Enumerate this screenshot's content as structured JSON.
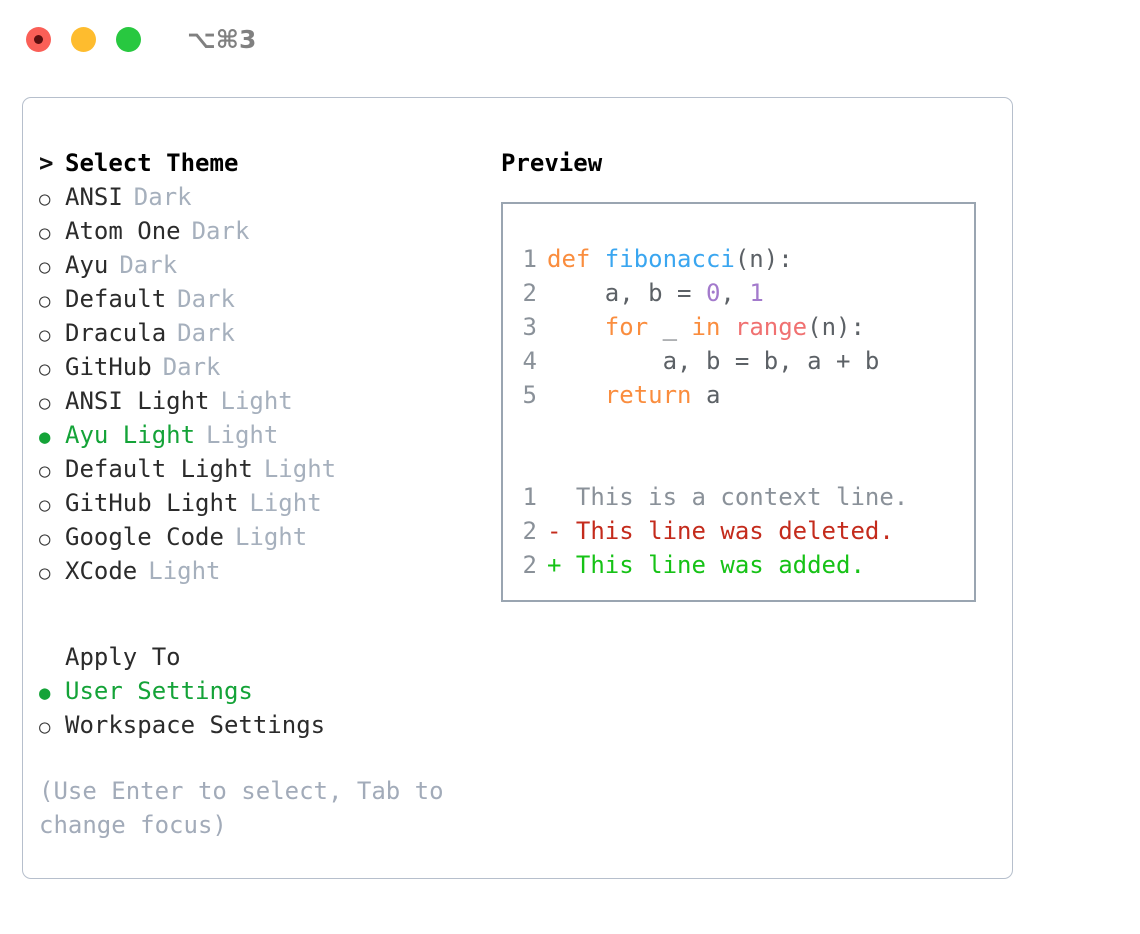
{
  "window": {
    "traffic_lights": [
      "close-red",
      "minimize-yellow",
      "maximize-green"
    ],
    "shortcut_label": "⌥⌘3"
  },
  "theme_selector": {
    "header_marker": ">",
    "header_label": "Select Theme",
    "marker_on": "●",
    "marker_off": "○",
    "selected_theme": "Ayu Light",
    "items": [
      {
        "marker": "○",
        "name": "ANSI",
        "variant": "Dark",
        "selected": false
      },
      {
        "marker": "○",
        "name": "Atom One",
        "variant": "Dark",
        "selected": false
      },
      {
        "marker": "○",
        "name": "Ayu",
        "variant": "Dark",
        "selected": false
      },
      {
        "marker": "○",
        "name": "Default",
        "variant": "Dark",
        "selected": false
      },
      {
        "marker": "○",
        "name": "Dracula",
        "variant": "Dark",
        "selected": false
      },
      {
        "marker": "○",
        "name": "GitHub",
        "variant": "Dark",
        "selected": false
      },
      {
        "marker": "○",
        "name": "ANSI Light",
        "variant": "Light",
        "selected": false
      },
      {
        "marker": "●",
        "name": "Ayu Light",
        "variant": "Light",
        "selected": true
      },
      {
        "marker": "○",
        "name": "Default Light",
        "variant": "Light",
        "selected": false
      },
      {
        "marker": "○",
        "name": "GitHub Light",
        "variant": "Light",
        "selected": false
      },
      {
        "marker": "○",
        "name": "Google Code",
        "variant": "Light",
        "selected": false
      },
      {
        "marker": "○",
        "name": "XCode",
        "variant": "Light",
        "selected": false
      }
    ]
  },
  "apply_to": {
    "header_label": "Apply To",
    "selected_option": "User Settings",
    "options": [
      {
        "marker": "●",
        "name": "User Settings",
        "selected": true
      },
      {
        "marker": "○",
        "name": "Workspace Settings",
        "selected": false
      }
    ]
  },
  "hint": {
    "text": "(Use Enter to select, Tab to change focus)"
  },
  "preview": {
    "title": "Preview",
    "code_lines": [
      {
        "number": "1",
        "tokens": [
          {
            "text": "def ",
            "type": "keyword"
          },
          {
            "text": "fibonacci",
            "type": "function"
          },
          {
            "text": "(n):",
            "type": "plain"
          }
        ]
      },
      {
        "number": "2",
        "tokens": [
          {
            "text": "    a, b = ",
            "type": "plain"
          },
          {
            "text": "0",
            "type": "number"
          },
          {
            "text": ", ",
            "type": "plain"
          },
          {
            "text": "1",
            "type": "number"
          }
        ]
      },
      {
        "number": "3",
        "tokens": [
          {
            "text": "    ",
            "type": "plain"
          },
          {
            "text": "for",
            "type": "keyword"
          },
          {
            "text": " _ ",
            "type": "plain"
          },
          {
            "text": "in",
            "type": "keyword"
          },
          {
            "text": " ",
            "type": "plain"
          },
          {
            "text": "range",
            "type": "builtin"
          },
          {
            "text": "(n):",
            "type": "plain"
          }
        ]
      },
      {
        "number": "4",
        "tokens": [
          {
            "text": "        a, b = b, a + b",
            "type": "plain"
          }
        ]
      },
      {
        "number": "5",
        "tokens": [
          {
            "text": "    ",
            "type": "plain"
          },
          {
            "text": "return",
            "type": "keyword"
          },
          {
            "text": " a",
            "type": "plain"
          }
        ]
      }
    ],
    "diff_lines": [
      {
        "number": "1",
        "sign": " ",
        "text": " This is a context line.",
        "type": "context"
      },
      {
        "number": "2",
        "sign": "-",
        "text": " This line was deleted.",
        "type": "deleted"
      },
      {
        "number": "2",
        "sign": "+",
        "text": " This line was added.",
        "type": "added"
      }
    ]
  },
  "colors": {
    "accent_green": "#14a338",
    "keyword_orange": "#fa8d3e",
    "function_blue": "#3aa6f0",
    "number_purple": "#a37acc",
    "builtin_salmon": "#f07171",
    "muted_gray": "#a6b0bd",
    "diff_deleted": "#c42b1c",
    "diff_added": "#16c216",
    "traffic_red": "#fa5f57",
    "traffic_yellow": "#febc2e",
    "traffic_green": "#28c840"
  }
}
